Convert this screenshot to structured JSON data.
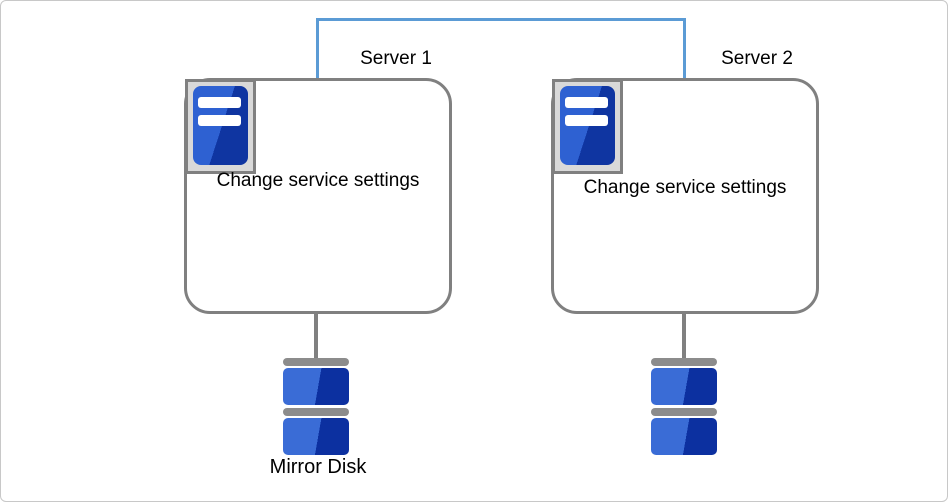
{
  "diagram": {
    "type": "cluster-mirror-disk-architecture",
    "connector_color": "#5b9bd5",
    "shape_border_color": "#808080",
    "tower_blue_light": "#2e61d2",
    "tower_blue_dark": "#0f35a1",
    "disk_blue_light": "#3a6cd6",
    "disk_blue_dark": "#0c30a0"
  },
  "servers": [
    {
      "label": "Server 1",
      "body": "Change service settings"
    },
    {
      "label": "Server 2",
      "body": "Change service settings"
    }
  ],
  "mirror_disk": {
    "label": "Mirror Disk"
  },
  "icons": {
    "server": "server-tower-icon",
    "disk": "disk-stack-icon",
    "network": "network-connector-line"
  }
}
